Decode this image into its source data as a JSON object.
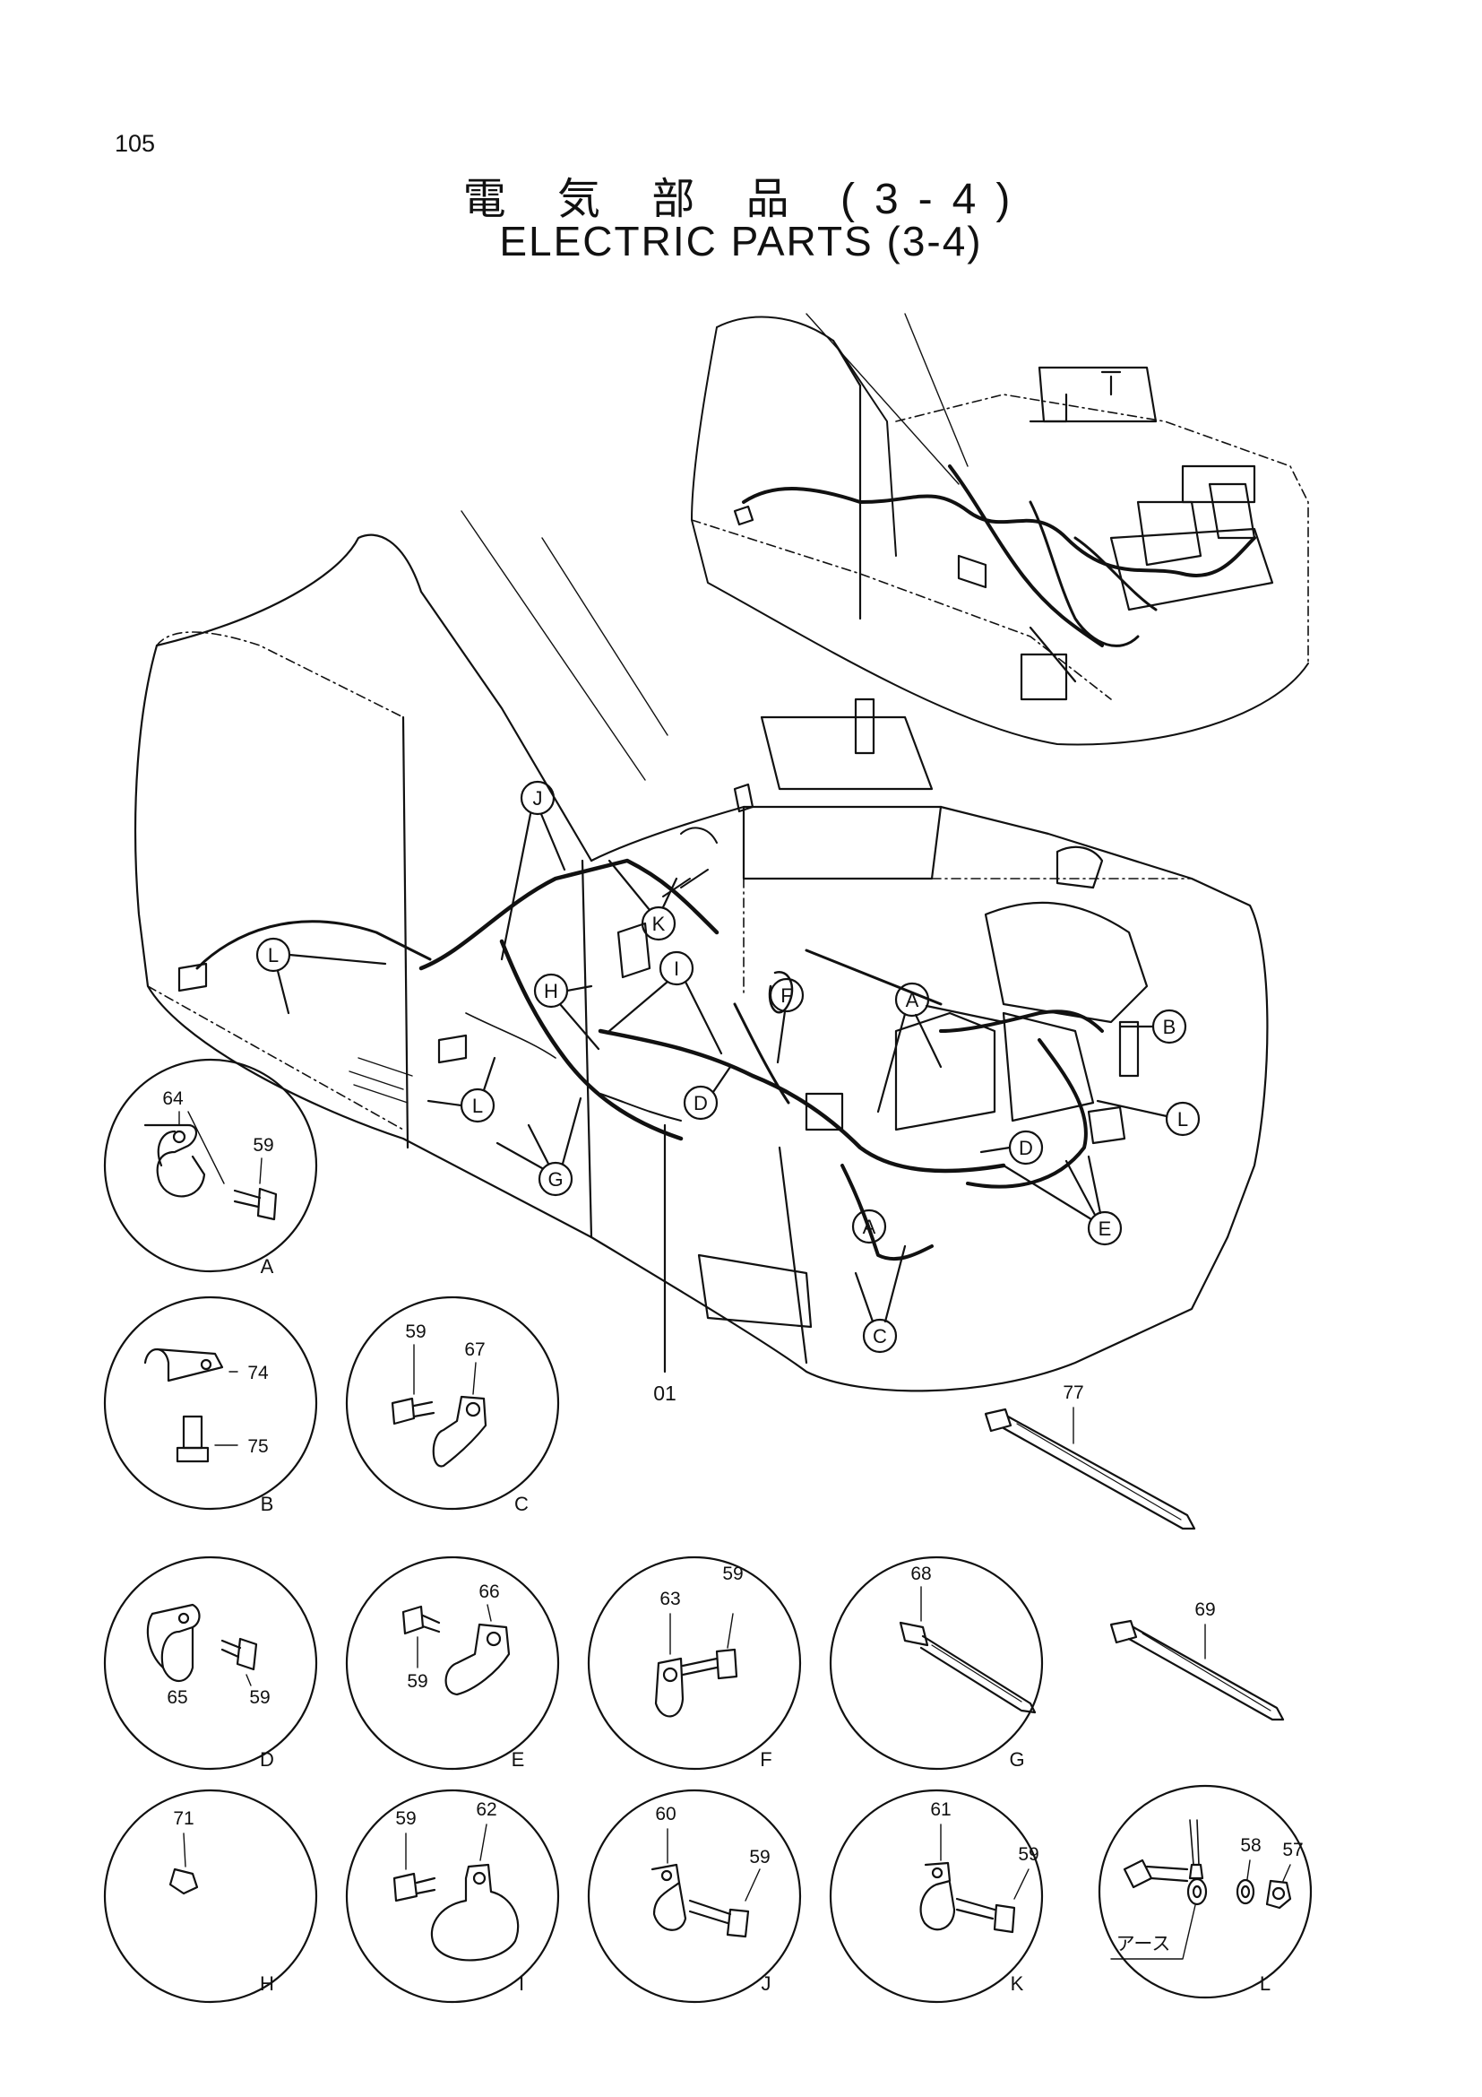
{
  "page": {
    "number": "105"
  },
  "title": {
    "japanese": "電 気 部 品 (3-4)",
    "english": "ELECTRIC PARTS (3-4)"
  },
  "main_callouts": [
    "J",
    "K",
    "L",
    "H",
    "I",
    "F",
    "A",
    "B",
    "D",
    "L",
    "G",
    "D",
    "E",
    "A",
    "C",
    "L"
  ],
  "harness_part": "01",
  "details": [
    {
      "letter": "A",
      "parts": [
        "64",
        "59"
      ]
    },
    {
      "letter": "B",
      "parts": [
        "74",
        "75"
      ]
    },
    {
      "letter": "C",
      "parts": [
        "59",
        "67"
      ]
    },
    {
      "letter": "D",
      "parts": [
        "65",
        "59"
      ]
    },
    {
      "letter": "E",
      "parts": [
        "66",
        "59"
      ]
    },
    {
      "letter": "F",
      "parts": [
        "63",
        "59"
      ]
    },
    {
      "letter": "G",
      "parts": [
        "68"
      ]
    },
    {
      "letter": "H",
      "parts": [
        "71"
      ]
    },
    {
      "letter": "I",
      "parts": [
        "59",
        "62"
      ]
    },
    {
      "letter": "J",
      "parts": [
        "60",
        "59"
      ]
    },
    {
      "letter": "K",
      "parts": [
        "61",
        "59"
      ]
    },
    {
      "letter": "L",
      "parts": [
        "58",
        "57"
      ],
      "note": "アース"
    }
  ],
  "loose_parts": [
    "77",
    "69"
  ]
}
